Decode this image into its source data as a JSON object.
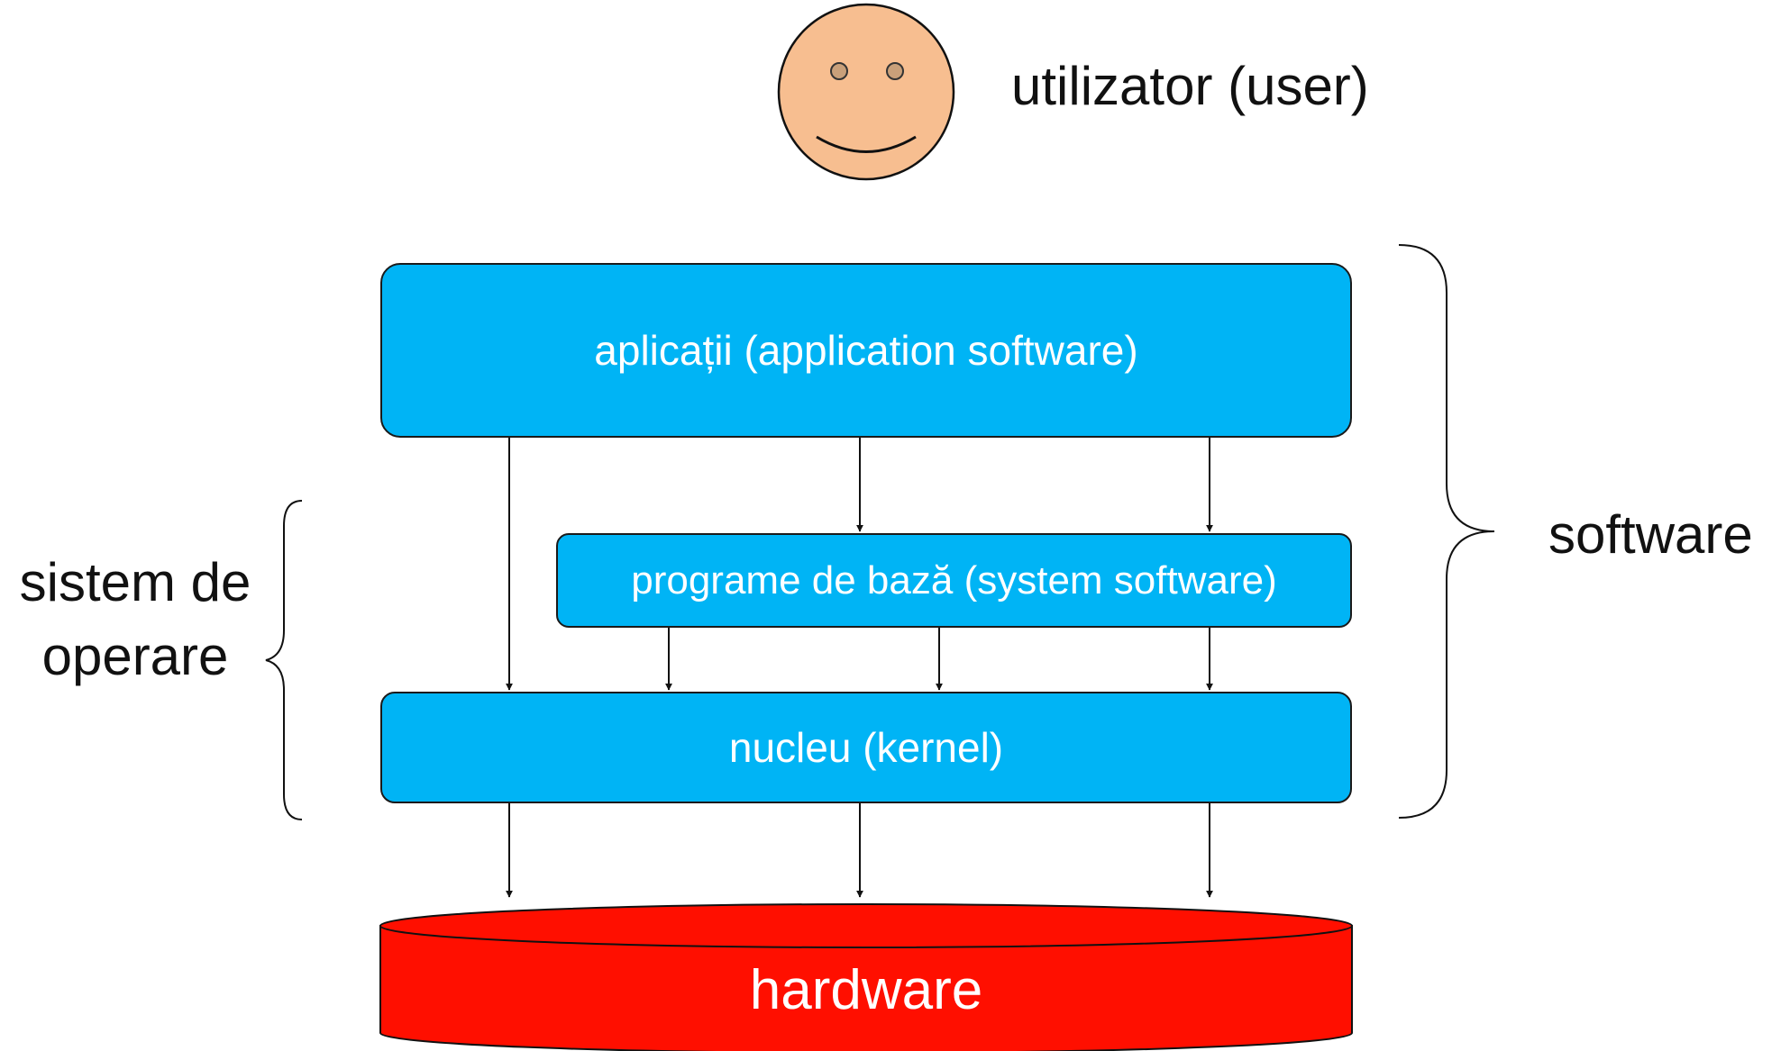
{
  "user": {
    "label": "utilizator (user)"
  },
  "layers": {
    "applications": "aplicații (application software)",
    "system_software": "programe de bază (system software)",
    "kernel": "nucleu (kernel)",
    "hardware": "hardware"
  },
  "groups": {
    "software": "software",
    "operating_system": "sistem de operare"
  },
  "colors": {
    "layer_fill": "#00b4f5",
    "hardware_fill": "#ff0f00",
    "face_fill": "#f7be90"
  },
  "icons": {
    "user": "smiley-face-icon"
  }
}
